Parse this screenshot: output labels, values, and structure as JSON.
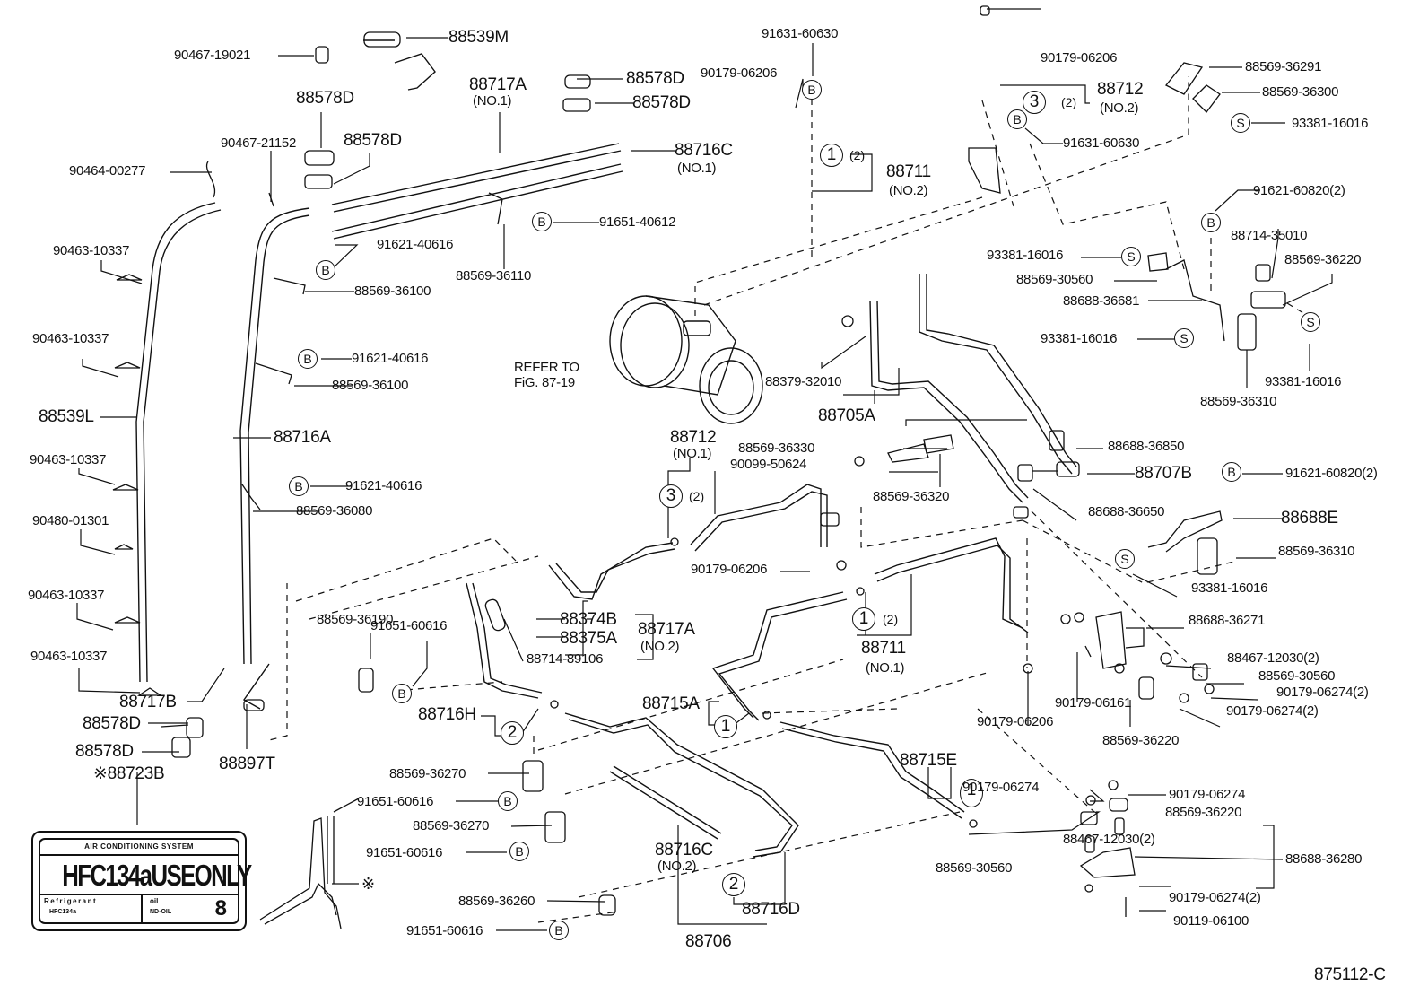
{
  "diagram": {
    "figure_id": "875112-C",
    "reference_note": {
      "line1": "REFER TO",
      "line2": "FiG. 87-19"
    },
    "decal": {
      "label_id": "※88723B",
      "header": "AIR CONDITIONING SYSTEM",
      "main": "HFC134aUSEONLY",
      "refrigerant_label": "Refrigerant",
      "refrigerant_value": "HFC134a",
      "oil_label": "oil",
      "oil_value": "ND-OIL",
      "oil_number": "8"
    },
    "asterisk_mark": "※",
    "symbols": {
      "B": "B",
      "S": "S",
      "one": "1",
      "two": "2",
      "three": "3",
      "qty2": "(2)"
    },
    "labels": {
      "p88539M": "88539M",
      "p90467_19021": "90467-19021",
      "p88578D_a": "88578D",
      "p88578D_b": "88578D",
      "p88578D_c": "88578D",
      "p88578D_d": "88578D",
      "p88578D_e": "88578D",
      "p88578D_f": "88578D",
      "p88717A_1": "88717A",
      "p88717A_1_no": "(NO.1)",
      "p88716C_1": "88716C",
      "p88716C_1_no": "(NO.1)",
      "p90467_21152": "90467-21152",
      "p90464_00277": "90464-00277",
      "p91651_40612": "91651-40612",
      "p88569_36110": "88569-36110",
      "p91621_40616_a": "91621-40616",
      "p88569_36100_a": "88569-36100",
      "p91621_40616_b": "91621-40616",
      "p88569_36100_b": "88569-36100",
      "p91621_40616_c": "91621-40616",
      "p88569_36080": "88569-36080",
      "p90463_10337_a": "90463-10337",
      "p90463_10337_b": "90463-10337",
      "p90463_10337_c": "90463-10337",
      "p90480_01301": "90480-01301",
      "p90463_10337_d": "90463-10337",
      "p90463_10337_e": "90463-10337",
      "p88539L": "88539L",
      "p88716A": "88716A",
      "p88717B": "88717B",
      "p88897T": "88897T",
      "p91631_60630_a": "91631-60630",
      "p90179_06206_a": "90179-06206",
      "p88711_2": "88711",
      "p88711_2_no": "(NO.2)",
      "p90179_06206_b": "90179-06206",
      "p88712_2": "88712",
      "p88712_2_no": "(NO.2)",
      "p91631_60630_b": "91631-60630",
      "p88569_36291": "88569-36291",
      "p88569_36300": "88569-36300",
      "p93381_16016_a": "93381-16016",
      "p91621_60820_a": "91621-60820(2)",
      "p93381_16016_b": "93381-16016",
      "p88714_35010": "88714-35010",
      "p88569_30560_a": "88569-30560",
      "p88569_36220_a": "88569-36220",
      "p88688_36681": "88688-36681",
      "p93381_16016_c": "93381-16016",
      "p93381_16016_d": "93381-16016",
      "p88569_36310_a": "88569-36310",
      "p88379_32010": "88379-32010",
      "p88705A": "88705A",
      "p88712_1": "88712",
      "p88712_1_no": "(NO.1)",
      "p88569_36330": "88569-36330",
      "p90099_50624": "90099-50624",
      "p88569_36320": "88569-36320",
      "p88688_36850": "88688-36850",
      "p88707B": "88707B",
      "p91621_60820_b": "91621-60820(2)",
      "p88688_36650": "88688-36650",
      "p88688E": "88688E",
      "p88569_36310_b": "88569-36310",
      "p93381_16016_e": "93381-16016",
      "p90179_06206_c": "90179-06206",
      "p88688_36271": "88688-36271",
      "p88467_12030_a": "88467-12030(2)",
      "p88569_30560_b": "88569-30560",
      "p90179_06274_a": "90179-06274(2)",
      "p90179_06274_b": "90179-06274(2)",
      "p90179_06161": "90179-06161",
      "p90179_06206_d": "90179-06206",
      "p88569_36220_b": "88569-36220",
      "p88374B": "88374B",
      "p88375A": "88375A",
      "p88717A_2": "88717A",
      "p88717A_2_no": "(NO.2)",
      "p88714_89106": "88714-89106",
      "p88711_1": "88711",
      "p88711_1_no": "(NO.1)",
      "p88569_36190": "88569-36190",
      "p91651_60616_a": "91651-60616",
      "p88716H": "88716H",
      "p88715A": "88715A",
      "p88569_36270_a": "88569-36270",
      "p91651_60616_b": "91651-60616",
      "p88569_36270_b": "88569-36270",
      "p91651_60616_c": "91651-60616",
      "p88716C_2": "88716C",
      "p88716C_2_no": "(NO.2)",
      "p88569_36260": "88569-36260",
      "p91651_60616_d": "91651-60616",
      "p88716D": "88716D",
      "p88706": "88706",
      "p88715E": "88715E",
      "p90179_06274_c": "90179-06274",
      "p90179_06274_d": "90179-06274",
      "p88569_36220_c": "88569-36220",
      "p88467_12030_b": "88467-12030(2)",
      "p88569_30560_c": "88569-30560",
      "p88688_36280": "88688-36280",
      "p90179_06274_e": "90179-06274(2)",
      "p90119_06100": "90119-06100"
    }
  }
}
